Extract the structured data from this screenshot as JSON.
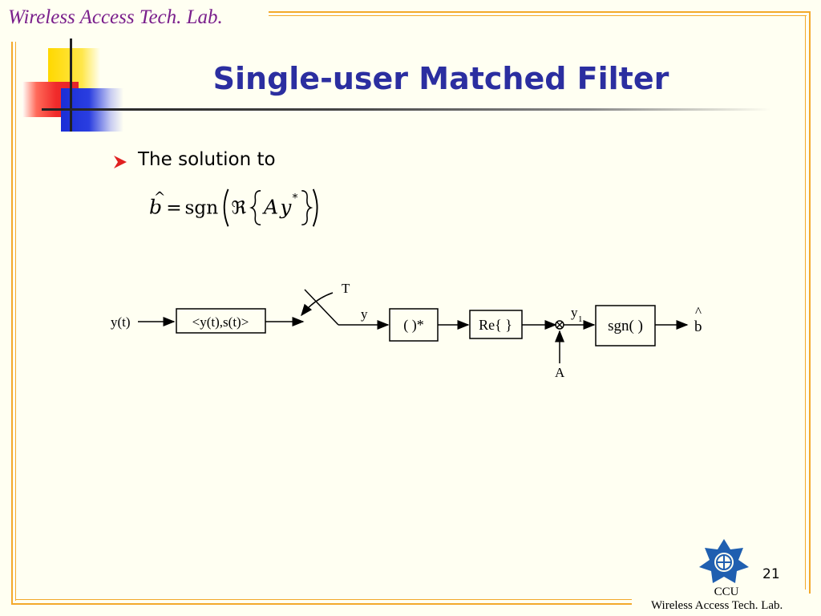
{
  "header": {
    "lab_name": "Wireless Access Tech. Lab."
  },
  "slide": {
    "title": "Single-user Matched Filter",
    "bullet": "The solution to",
    "formula": {
      "lhs": "b",
      "lhs_accent": "^",
      "equals": "=",
      "func": "sgn",
      "real_part": "ℜ",
      "var_a": "A",
      "var_y": "y",
      "conj": "*"
    }
  },
  "diagram": {
    "input_label": "y(t)",
    "correlator_label": "<y(t),s(t)>",
    "sampler_label": "T",
    "sample_label": "y",
    "conjugate_label": "( )*",
    "real_label": "Re{ }",
    "product_label": "y",
    "product_subscript": "1",
    "amplitude_label": "A",
    "sign_label": "sgn( )",
    "output_label": "b",
    "output_accent": "^"
  },
  "footer": {
    "page_number": "21",
    "university": "CCU",
    "lab_name": "Wireless Access Tech. Lab."
  },
  "colors": {
    "frame": "#f3a92b",
    "title": "#2b2ea0",
    "header_text": "#7a1f8c",
    "bullet_arrow": "#e02020",
    "logo": "#1f5fb0"
  }
}
